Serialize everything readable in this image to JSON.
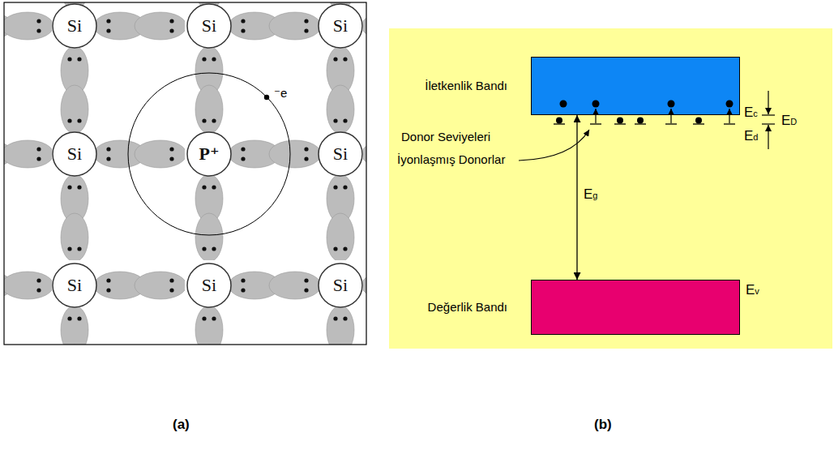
{
  "diagram": {
    "nodes": [
      {
        "text": [
          "Si"
        ]
      },
      {
        "text": [
          "Si"
        ]
      },
      {
        "text": [
          "Si"
        ]
      },
      {
        "text": [
          "Si"
        ]
      },
      {
        "text": [
          "P⁺"
        ]
      },
      {
        "text": [
          "Si"
        ]
      },
      {
        "text": [
          "Si"
        ]
      },
      {
        "text": [
          "Si"
        ]
      },
      {
        "text": [
          "Si"
        ]
      },
      {
        "text": [
          "İletkenlik Bandı"
        ]
      },
      {
        "text": [
          "Değerlik Bandı"
        ]
      }
    ],
    "edges": [
      {
        "from": 9,
        "to": 10,
        "arrow": "both"
      }
    ],
    "labels": [
      "⁻e",
      "Donor Seviyeleri",
      "İyonlaşmış Donorlar",
      "Ec",
      "Ed",
      "ED",
      "Eg",
      "Ev",
      "(a)",
      "(b)"
    ]
  }
}
